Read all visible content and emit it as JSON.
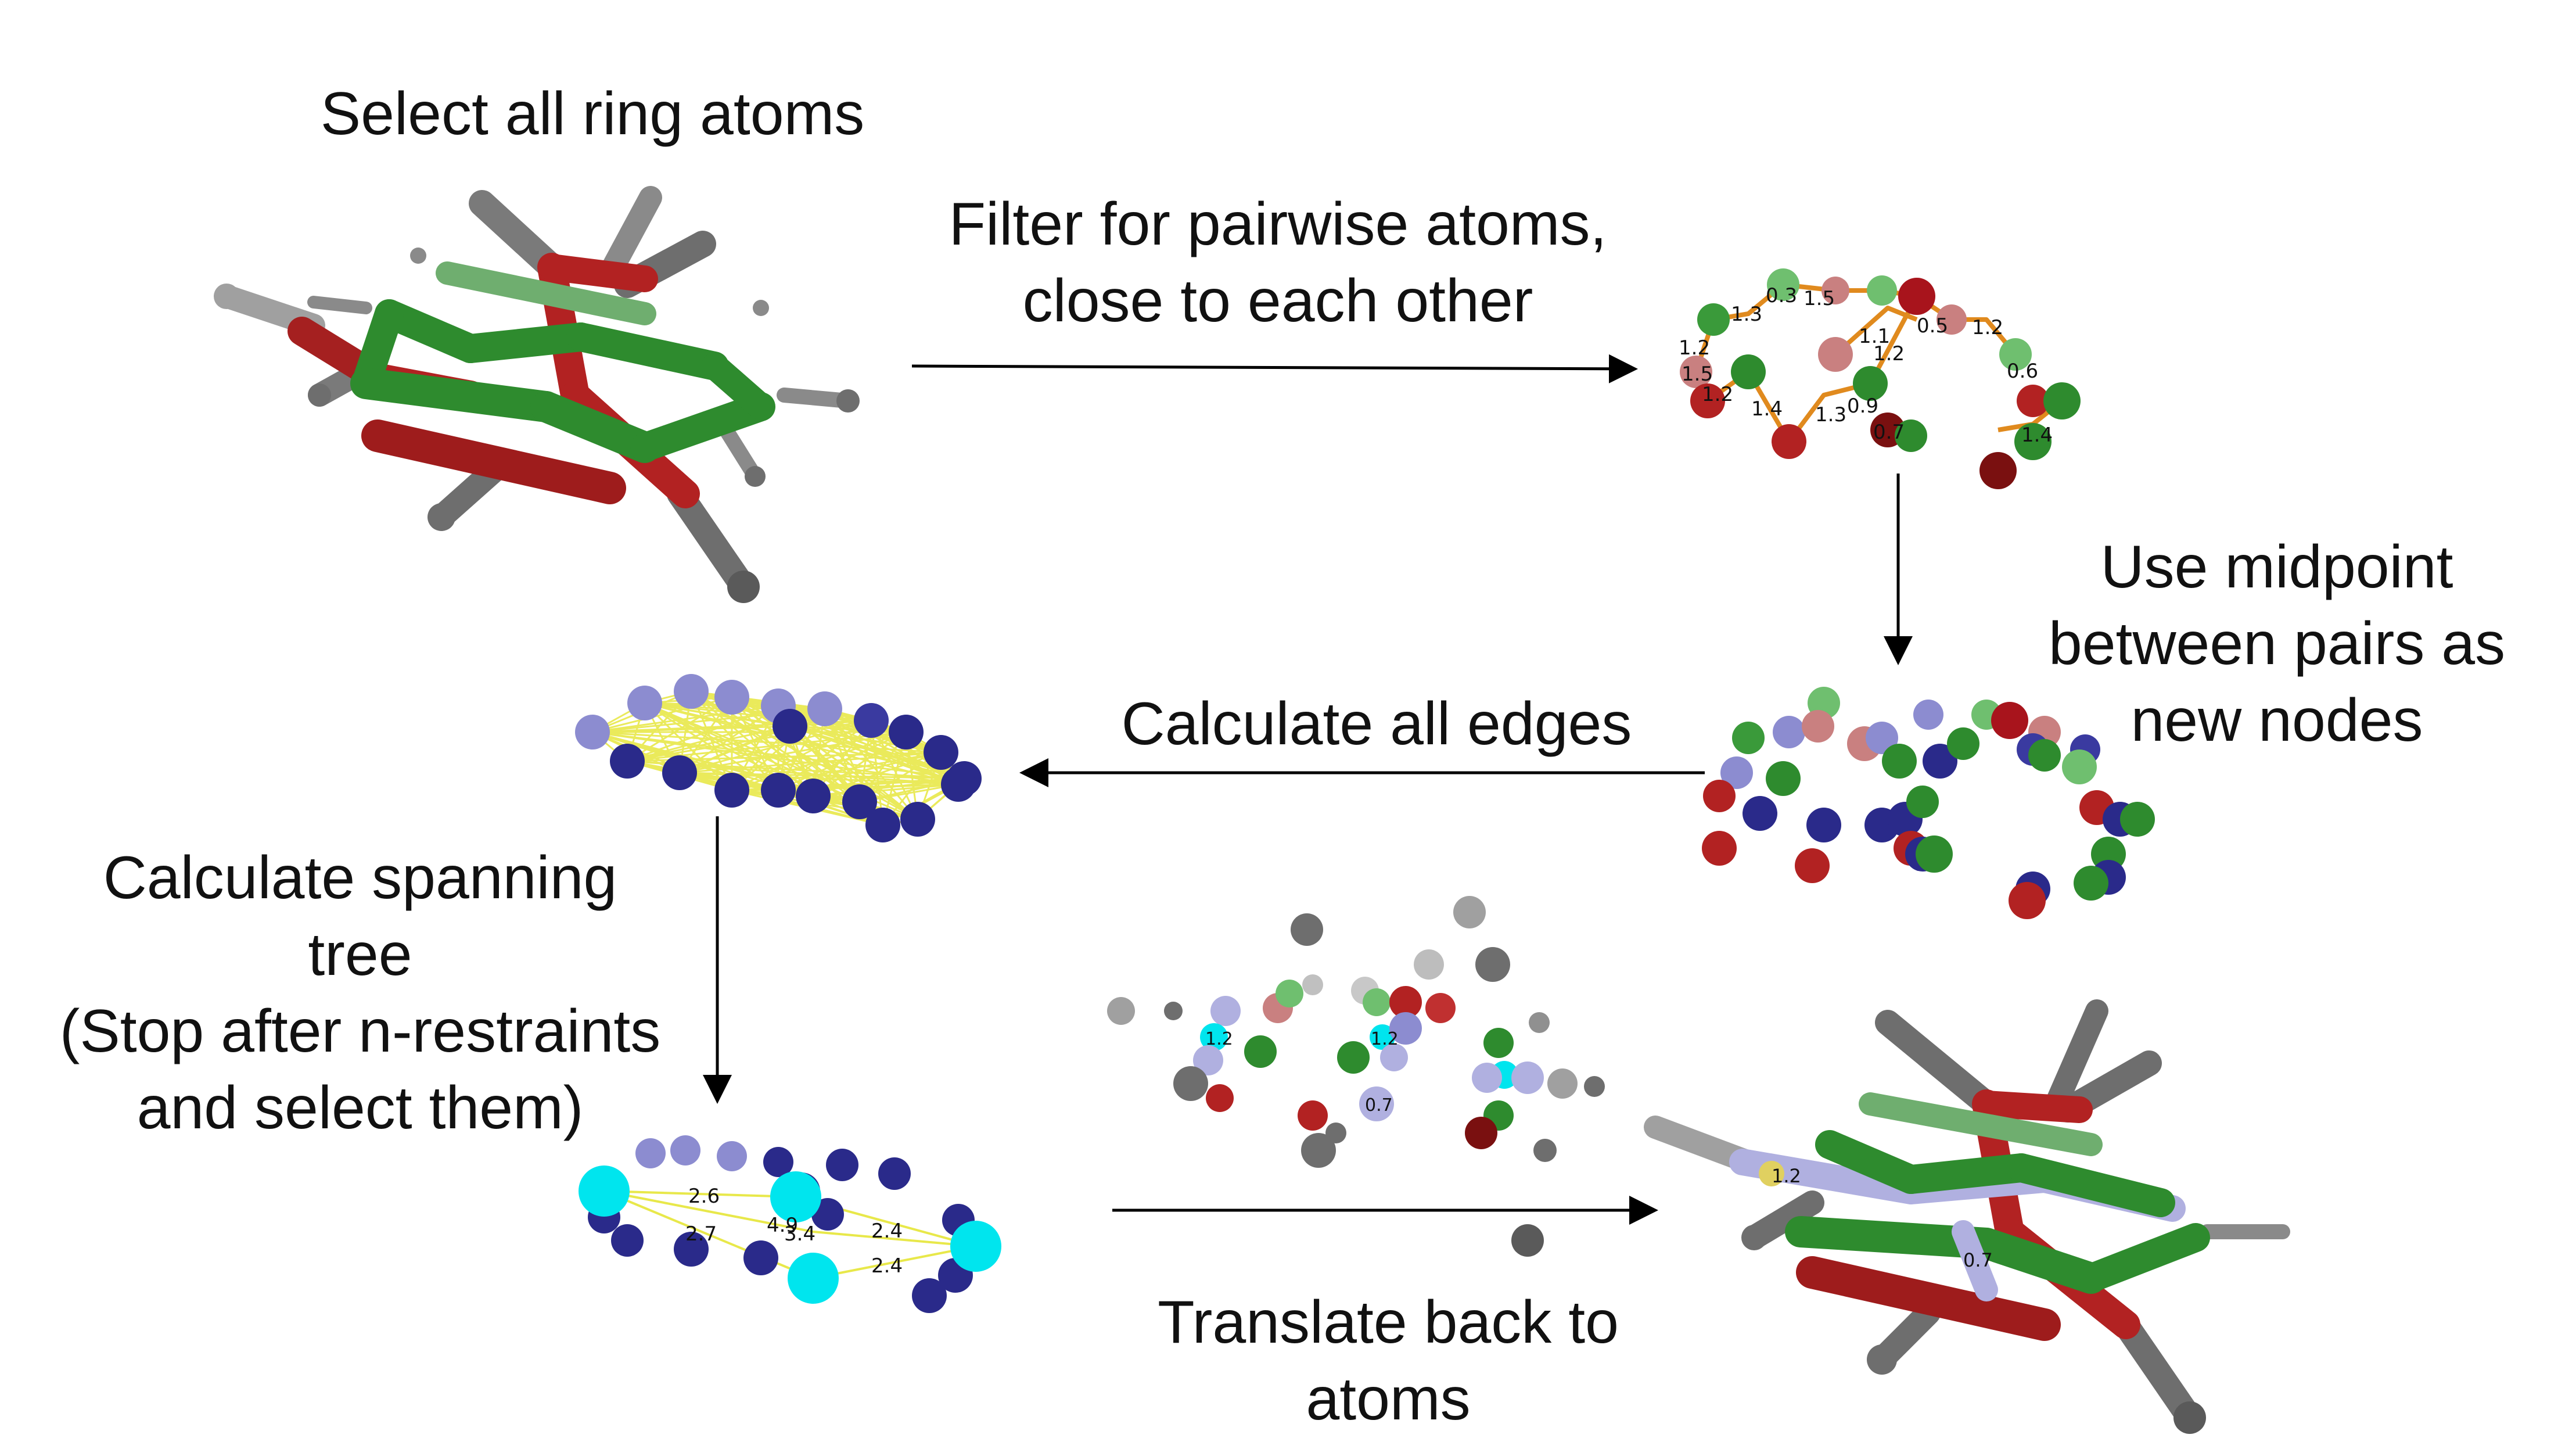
{
  "steps": {
    "select_ring": "Select all ring atoms",
    "filter_pairs": "Filter for pairwise atoms,\nclose to each other",
    "use_midpoint": "Use midpoint\nbetween pairs as\nnew nodes",
    "calc_edges": "Calculate all edges",
    "spanning_tree": "Calculate spanning\ntree\n(Stop after n-restraints\nand select them)",
    "translate_back": "Translate back to\natoms"
  },
  "panel_labels": {
    "pairwise_distances": [
      "1.3",
      "0.3",
      "1.5",
      "1.2",
      "1.5",
      "1.2",
      "1.4",
      "1.3",
      "0.9",
      "0.7",
      "1.1",
      "1.2",
      "0.5",
      "1.2",
      "0.6",
      "1.4"
    ],
    "spanning_tree_distances": [
      "2.6",
      "4.9",
      "2.4",
      "2.7",
      "3.4",
      "2.4"
    ],
    "translated_labels": [
      "1.2",
      "1.2",
      "0.7"
    ],
    "final_labels": [
      "1.2",
      "0.7"
    ]
  },
  "colors": {
    "background": "#ffffff",
    "carbon": "#2e8b2e",
    "oxygen": "#b22222",
    "hydrogen": "#808080",
    "node": "#2a2a8a",
    "node_light": "#8c8cd0",
    "selected_node": "#00e5ee",
    "pair_edge": "#e08a1e",
    "graph_edge": "#e8e84a",
    "arrow": "#000000"
  }
}
